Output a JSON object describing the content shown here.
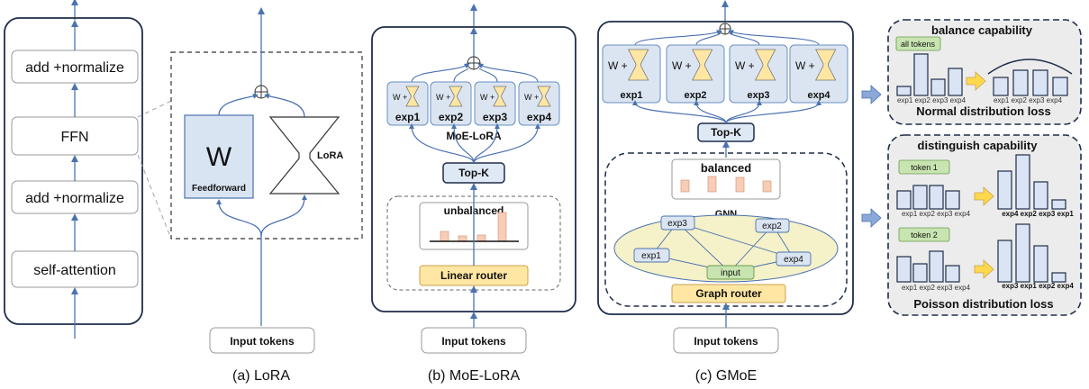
{
  "transformer": {
    "blocks": [
      "add +normalize",
      "FFN",
      "add +normalize",
      "self-attention"
    ]
  },
  "lora": {
    "w": "W",
    "feedforward": "Feedforward",
    "lora": "LoRA",
    "input": "Input tokens",
    "caption": "(a) LoRA"
  },
  "moelora": {
    "w_prefix": "W +",
    "experts": [
      "exp1",
      "exp2",
      "exp3",
      "exp4"
    ],
    "title": "MoE-LoRA",
    "topk": "Top-K",
    "unbalanced": "unbalanced",
    "router": "Linear router",
    "input": "Input tokens",
    "caption": "(b) MoE-LoRA"
  },
  "gmoe": {
    "w_prefix": "W +",
    "experts": [
      "exp1",
      "exp2",
      "exp3",
      "exp4"
    ],
    "topk": "Top-K",
    "balanced": "balanced",
    "gnn": "GNN",
    "graph_nodes": [
      "exp3",
      "exp2",
      "exp1",
      "exp4",
      "input"
    ],
    "router": "Graph router",
    "input": "Input tokens",
    "caption": "(c) GMoE"
  },
  "balance_panel": {
    "title": "balance capability",
    "tag": "all tokens",
    "axis_before": "exp1 exp2 exp3 exp4",
    "axis_after": "exp1 exp2 exp3 exp4",
    "loss": "Normal distribution loss"
  },
  "distinguish_panel": {
    "title": "distinguish capability",
    "token1": "token 1",
    "axis1_before": "exp1 exp2 exp3 exp4",
    "axis1_after": "exp4 exp2 exp3 exp1",
    "token2": "token 2",
    "axis2_before": "exp1 exp2 exp3 exp4",
    "axis2_after": "exp3 exp1 exp2 exp4",
    "loss": "Poisson distribution loss"
  },
  "colors": {
    "line": "#4a72b0",
    "frame": "#1f2d4a",
    "expert_fill": "#dbe5f1",
    "lora_fill": "#d9e4f2",
    "router_fill": "#ffe7a3",
    "topk_fill": "#dfe9f5",
    "bar_pink": "#f7cdb8",
    "bar_blue": "#dbe4f5",
    "green_tag": "#c8e4b0",
    "ellipse": "#f5f1c8",
    "panel_bg": "#ececec",
    "arrow_yellow": "#ffd84d"
  }
}
